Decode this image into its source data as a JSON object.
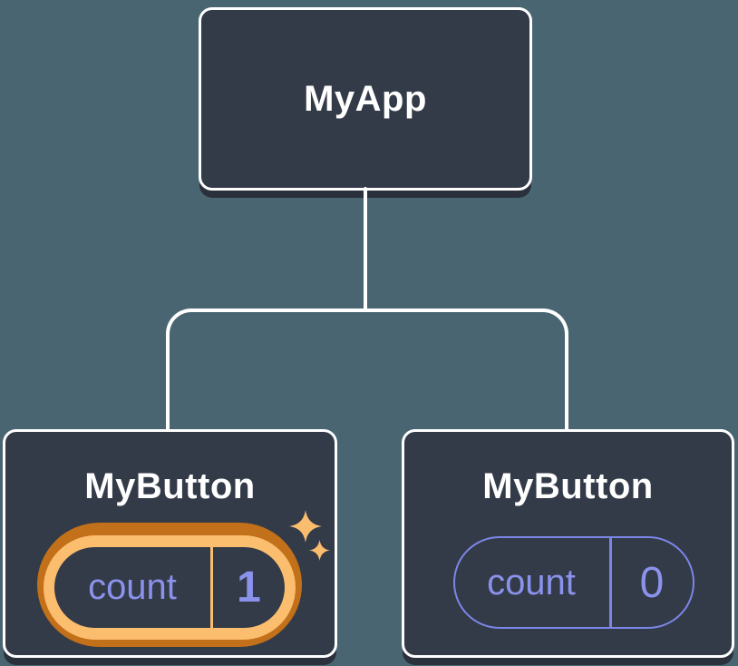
{
  "diagram": {
    "type": "component-tree",
    "root": {
      "label": "MyApp"
    },
    "children": [
      {
        "label": "MyButton",
        "state": {
          "name": "count",
          "value": "1"
        },
        "highlighted": true
      },
      {
        "label": "MyButton",
        "state": {
          "name": "count",
          "value": "0"
        },
        "highlighted": false
      }
    ],
    "icons": [
      {
        "name": "sparkles-icon"
      }
    ],
    "colors": {
      "background": "#4a6572",
      "node_fill": "#333a48",
      "node_border": "#ffffff",
      "node_shadow": "#2a303c",
      "connector": "#ffffff",
      "title_text": "#ffffff",
      "state_text": "#8a92ec",
      "state_pill_border": "#7c86e8",
      "highlight_ring_outer": "#c2701a",
      "highlight_ring_inner": "#fbbd6e",
      "sparkle": "#f9bd6d"
    }
  }
}
